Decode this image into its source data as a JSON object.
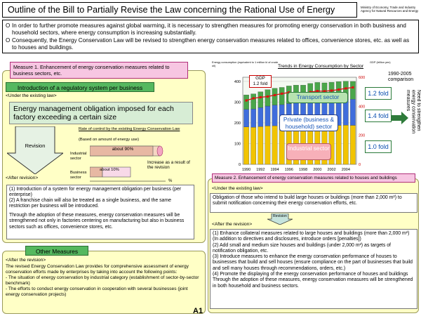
{
  "title": "Outline of the Bill to Partially Revise the Law concerning the Rational Use of Energy",
  "ministry": [
    "Ministry of Economy, Trade and Industry",
    "Agency for Natural Resources and Energy"
  ],
  "intro": {
    "bullet": "O",
    "p1": "In order to further promote measures against global warming, it is necessary to strengthen measures for promoting energy conservation in both business and household sectors, where energy consumption is increasing substantially.",
    "p2": "Consequently, the Energy Conservation Law will be revised to strengthen energy conservation measures related to offices, convenience stores, etc. as well as to houses and buildings."
  },
  "measure1": {
    "label": "Measure 1. Enhancement of energy conservation measures related to business sectors, etc.",
    "intro_label": "Introduction of a regulatory system per business",
    "existing_header": "<Under the existing law>",
    "obligation": "Energy management obligation imposed for each factory exceeding a certain size",
    "revision_label": "Revision",
    "after_header": "<After revision>",
    "ratio_title": "Rate of control by the existing Energy Conservation Law",
    "ratio_subtitle": "(Based on amount of energy use)",
    "industrial_label": "Industrial sector",
    "business_label": "Business sector",
    "about90": "about 90%",
    "about10": "about 10%",
    "increase_note": "Increase as a result of the revision",
    "percent_sign": "%",
    "after_text_1": "(1) Introduction of a system for energy management obligation per business (per enterprise)",
    "after_text_2": "(2) A franchise chain will also be treated as a single business, and the same restriction per business will be introduced.",
    "after_text_3": "Through the adoption of these measures, energy conservation measures will be strengthened not only in factories centering on manufacturing but also in business sectors such as offices, convenience stores, etc."
  },
  "other": {
    "label": "Other Measures",
    "after_header": "<After the revision>",
    "text_1": "The revised Energy Conservation Law provides for comprehensive assessment of energy conservation efforts made by enterprises by taking into account the following points:",
    "text_2": "- The situation of energy conservation by industrial category (establishment of sector-by-sector benchmark)",
    "text_3": "- The efforts to conduct energy conservation in cooperation with several businesses (joint energy conservation projects)"
  },
  "chart_data": {
    "type": "bar",
    "title": "Trends in Energy Consumption by Sector",
    "ylabel_left": "Energy consumption (equivalent to 1 million kl of crude oil)",
    "ylabel_right": "GDP (trillion yen)",
    "comparison": "1990-2005 comparison",
    "gdp_note": "GDP",
    "gdp_fold": "1.2 fold",
    "categories": [
      "1990",
      "1992",
      "1994",
      "1996",
      "1998",
      "2000",
      "2002",
      "2004"
    ],
    "x_ticks": [
      "1990",
      "1992",
      "1994",
      "1996",
      "1998",
      "2000",
      "2002",
      "2004"
    ],
    "y_left_ticks": [
      "0",
      "100",
      "200",
      "300",
      "400"
    ],
    "y_right_ticks": [
      "0",
      "200",
      "400",
      "600"
    ],
    "ylim": [
      0,
      420
    ],
    "y2lim": [
      0,
      600
    ],
    "series": [
      {
        "name": "Industrial sector",
        "color": "#f2c400",
        "values": [
          180,
          179,
          182,
          185,
          186,
          184,
          185,
          186,
          183,
          187,
          188,
          184,
          186,
          188,
          189,
          188
        ]
      },
      {
        "name": "Private (business & household) sector",
        "color": "#3f6ddc",
        "values": [
          85,
          88,
          92,
          96,
          100,
          104,
          108,
          110,
          112,
          115,
          118,
          120,
          122,
          124,
          125,
          126
        ]
      },
      {
        "name": "Transport sector",
        "color": "#4aa64a",
        "values": [
          70,
          73,
          76,
          79,
          81,
          83,
          85,
          86,
          87,
          88,
          89,
          89,
          88,
          87,
          87,
          86
        ]
      }
    ],
    "gdp_values": [
      440,
      455,
      462,
      467,
      477,
      487,
      495,
      488,
      487,
      498,
      505,
      504,
      508,
      515,
      523,
      530
    ],
    "folds": {
      "transport": "1.2 fold",
      "private": "1.4 fold",
      "industrial": "1.0 fold"
    },
    "side_note": "Need to strengthen energy conservation measures"
  },
  "measure2": {
    "label": "Measure 2. Enhancement of energy conservation measures related to houses and buildings",
    "existing_header": "<Under the existing law>",
    "existing_text": "Obligation of those who intend to build large houses or buildings (more than 2,000 m²) to submit notification concerning their energy conservation efforts, etc.",
    "revision_label": "Revision",
    "after_header": "<After the revision>",
    "after_1": "(1) Enhance collateral measures related to large houses and buildings (more than 2,000 m²) (In addition to directives and disclosures, introduce orders [penalties])",
    "after_2": "(2) Add small and medium size houses and buildings (under 2,000 m²) as targets of notification obligation, etc.",
    "after_3": "(3) Introduce measures to enhance the energy conservation performance of houses to businesses that build and sell houses (ensure compliance on the part of businesses that build and sell many houses through recommendations, orders, etc.)",
    "after_4": "(4) Promote the displaying of the energy conservation performance of houses and buildings",
    "after_5": "Through the adoption of these measures, energy conservation measures will be strengthened in both household and business sectors."
  },
  "page_label": "A1"
}
